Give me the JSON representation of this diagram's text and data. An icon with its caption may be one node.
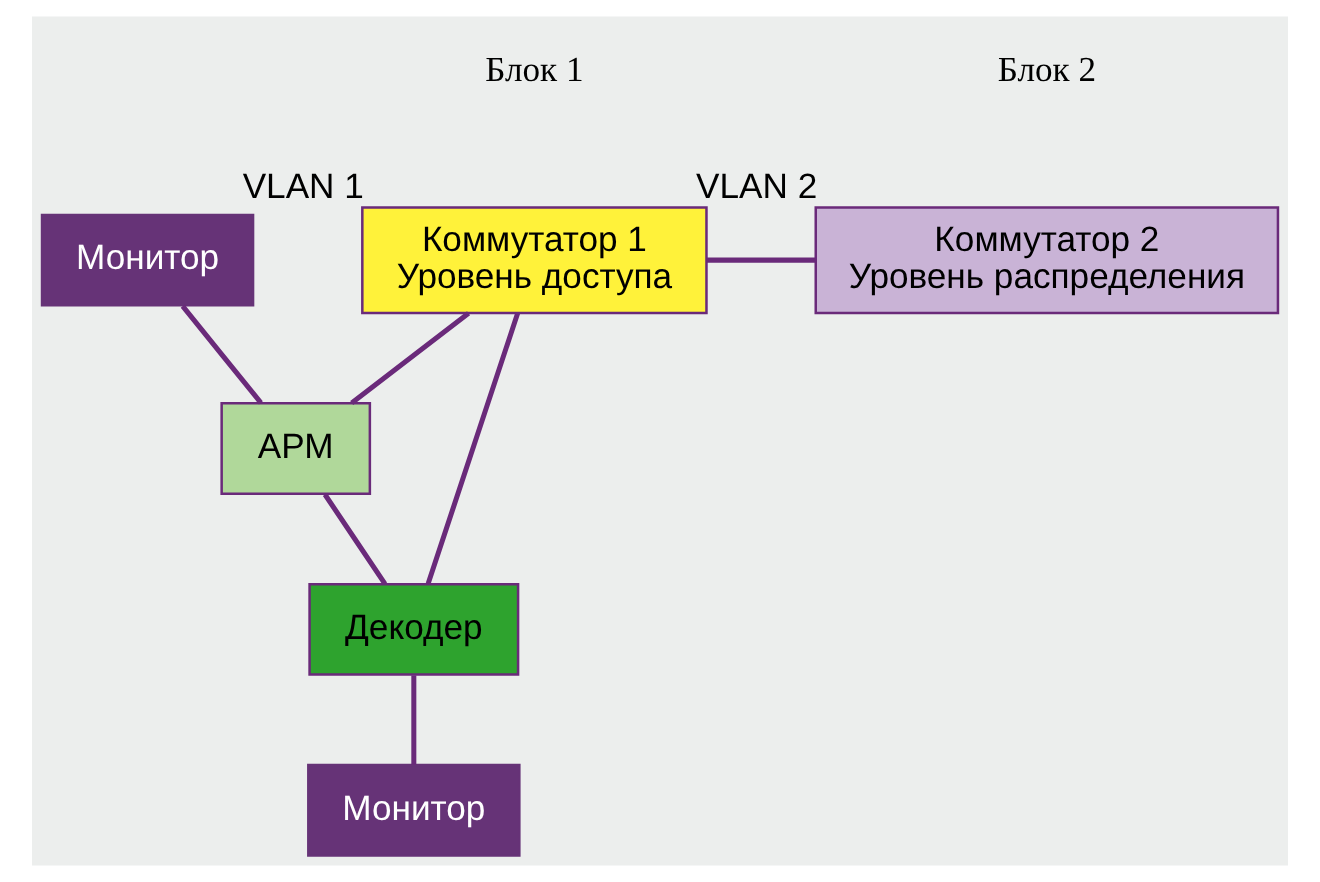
{
  "diagram": {
    "nodes": [
      {
        "text": [
          "Коммутатор 1",
          "Уровень доступа"
        ],
        "beside": [
          "VLAN 1"
        ]
      },
      {
        "text": [
          "Коммутатор 2",
          "Уровень распределения"
        ],
        "beside": [
          "VLAN 2"
        ]
      },
      {
        "text": [
          "Монитор"
        ]
      },
      {
        "text": [
          "АРМ"
        ]
      },
      {
        "text": [
          "Декодер"
        ]
      },
      {
        "text": [
          "Монитор"
        ]
      }
    ],
    "edges": [
      {
        "from": 0,
        "to": 1,
        "arrow": "none"
      },
      {
        "from": 0,
        "to": 3,
        "arrow": "none"
      },
      {
        "from": 0,
        "to": 4,
        "arrow": "none"
      },
      {
        "from": 2,
        "to": 3,
        "arrow": "none"
      },
      {
        "from": 3,
        "to": 4,
        "arrow": "none"
      },
      {
        "from": 4,
        "to": 5,
        "arrow": "none"
      }
    ],
    "labels": [
      "Блок 1",
      "Блок 2"
    ]
  }
}
